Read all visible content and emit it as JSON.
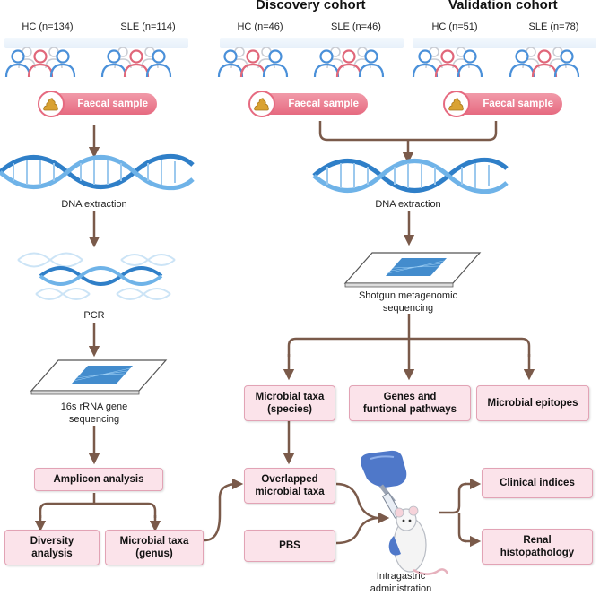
{
  "titles": {
    "discovery": "Discovery cohort",
    "validation": "Validation cohort"
  },
  "groups": {
    "left_hc": "HC (n=134)",
    "left_sle": "SLE (n=114)",
    "disc_hc": "HC (n=46)",
    "disc_sle": "SLE (n=46)",
    "val_hc": "HC (n=51)",
    "val_sle": "SLE (n=78)"
  },
  "faecal_label": "Faecal sample",
  "left": {
    "dna_extraction": "DNA extraction",
    "pcr": "PCR",
    "seq_line1": "16s rRNA gene",
    "seq_line2": "sequencing",
    "amplicon": "Amplicon analysis",
    "diversity_line1": "Diversity",
    "diversity_line2": "analysis",
    "taxa_line1": "Microbial taxa",
    "taxa_line2": "(genus)"
  },
  "right": {
    "dna_extraction": "DNA extraction",
    "seq_line1": "Shotgun metagenomic",
    "seq_line2": "sequencing",
    "taxa_line1": "Microbial taxa",
    "taxa_line2": "(species)",
    "genes_line1": "Genes and",
    "genes_line2": "funtional pathways",
    "epitopes": "Microbial epitopes",
    "overlap_line1": "Overlapped",
    "overlap_line2": "microbial taxa",
    "pbs": "PBS",
    "admin_line1": "Intragastric",
    "admin_line2": "administration",
    "clinical": "Clinical indices",
    "renal_line1": "Renal",
    "renal_line2": "histopathology"
  },
  "colors": {
    "arrow": "#7a5a4a",
    "dna_blue": "#2f7fc8",
    "box_fill": "#fbe3ea",
    "box_border": "#e2a3b5",
    "faecal_pink": "#e66a80",
    "person_blue": "#4a90d9",
    "person_red": "#e0677a"
  }
}
